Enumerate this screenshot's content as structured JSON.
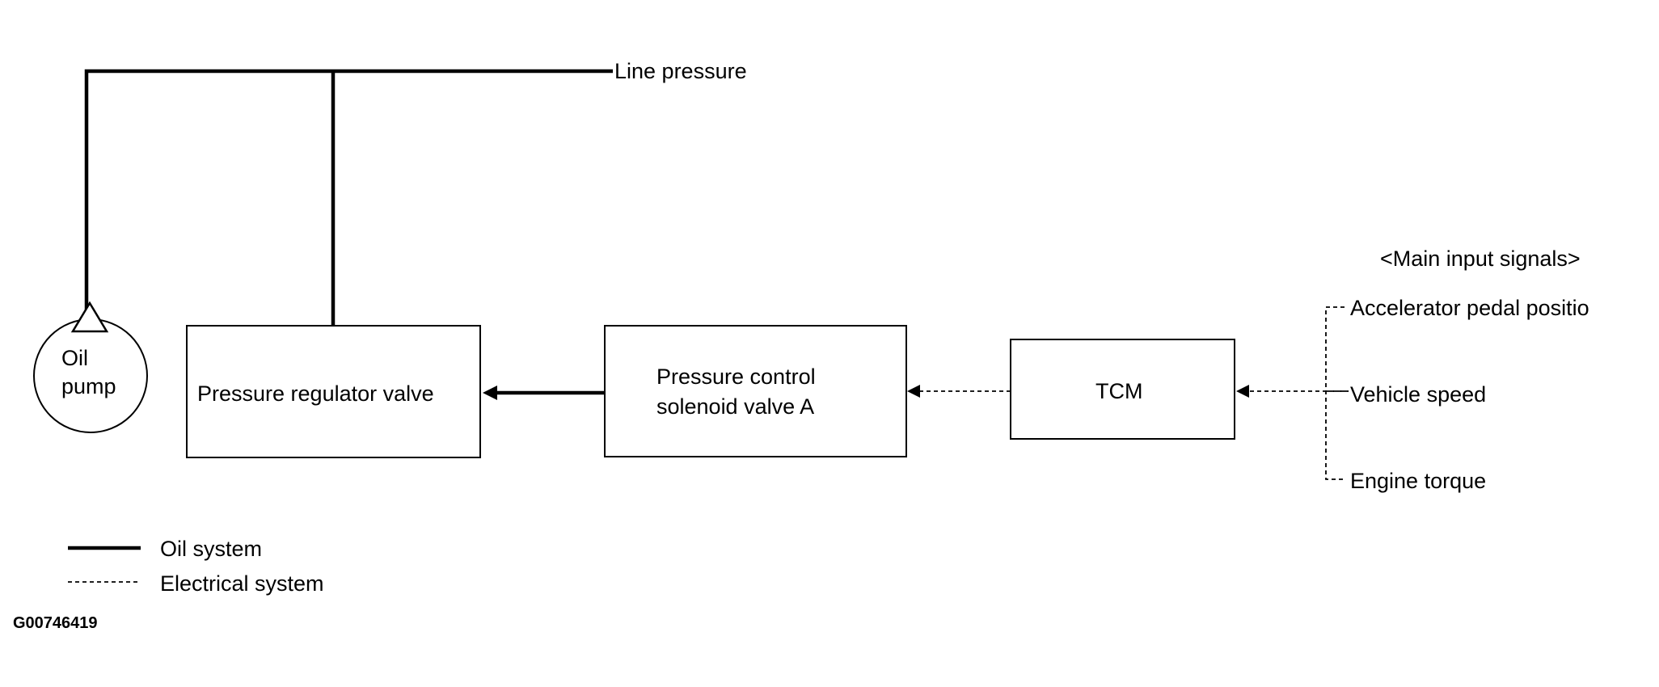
{
  "labels": {
    "line_pressure": "Line pressure",
    "oil_pump_line1": "Oil",
    "oil_pump_line2": "pump",
    "pressure_regulator_valve": "Pressure regulator valve",
    "pcsv_line1": "Pressure control",
    "pcsv_line2": "solenoid valve A",
    "tcm": "TCM",
    "main_input_signals": "<Main input signals>",
    "accelerator_pedal_position": "Accelerator pedal positio",
    "vehicle_speed": "Vehicle speed",
    "engine_torque": "Engine torque"
  },
  "legend": {
    "oil_system": "Oil system",
    "electrical_system": "Electrical system"
  },
  "figure_id": "G00746419"
}
